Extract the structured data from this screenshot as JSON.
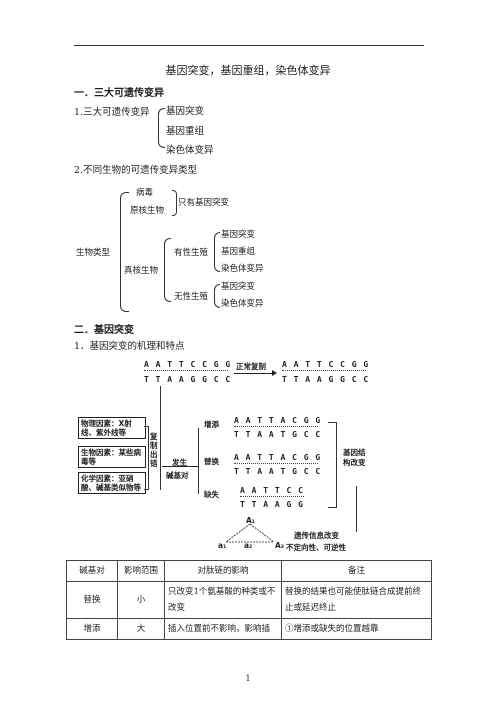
{
  "header_line": true,
  "title": "基因突变，基因重组，染色体变异",
  "section1": {
    "heading": "一．三大可遗传变异",
    "item1": {
      "label": "1.三大可遗传变异",
      "types": [
        "基因突变",
        "基因重组",
        "染色体变异"
      ]
    },
    "item2": {
      "label": "2.不同生物的可遗传变异类型"
    },
    "tree": {
      "root": "生物类型",
      "virus": "病毒",
      "prokaryote": "原核生物",
      "prok_result": "只有基因突变",
      "eukaryote": "真核生物",
      "sexual": "有性生殖",
      "sexual_types": [
        "基因突变",
        "基因重组",
        "染色体变异"
      ],
      "asexual": "无性生殖",
      "asexual_types": [
        "基因突变",
        "染色体变异"
      ]
    }
  },
  "section2": {
    "heading": "二．基因突变",
    "sub": "1．基因突变的机理和特点",
    "diagram": {
      "top_strand_a": "A A T T C C G G",
      "top_strand_b": "T T A A G G C C",
      "normal_copy": "正常复制",
      "copy_a": "A A T T C C G G",
      "copy_b": "T T A A G G C C",
      "factor_physical": "物理因素：X射线、紫外线等",
      "factor_biological": "生物因素：某些病毒等",
      "factor_chemical": "化学因素：亚硝酸、碱基类似物等",
      "replication_error": "复制出错",
      "occur": "发生",
      "base_pair": "碱基对",
      "add": "增添",
      "add_a": "A A T T A C G G",
      "add_b": "T T A A T G C C",
      "sub": "替换",
      "sub_a": "A A T T A C G G",
      "sub_b": "T T A A T G C C",
      "del": "缺失",
      "del_a": "A A T T C C",
      "del_b": "T T A A G G",
      "gene_change": "基因结构改变",
      "info_change": "遗传信息改变",
      "properties": "不定向性、可逆性",
      "a1": "A₁",
      "a2": "a₂",
      "a3": "A₃",
      "a1b": "a₁"
    }
  },
  "table": {
    "headers": [
      "碱基对",
      "影响范围",
      "对肽链的影响",
      "备注"
    ],
    "rows": [
      [
        "替换",
        "小",
        "只改变1个氨基酸的种类或不改变",
        "替换的结果也可能使肽链合成提前终止或延迟终止"
      ],
      [
        "增添",
        "大",
        "插入位置前不影响，影响插",
        "①增添或缺失的位置越靠"
      ]
    ]
  },
  "page_number": "1"
}
